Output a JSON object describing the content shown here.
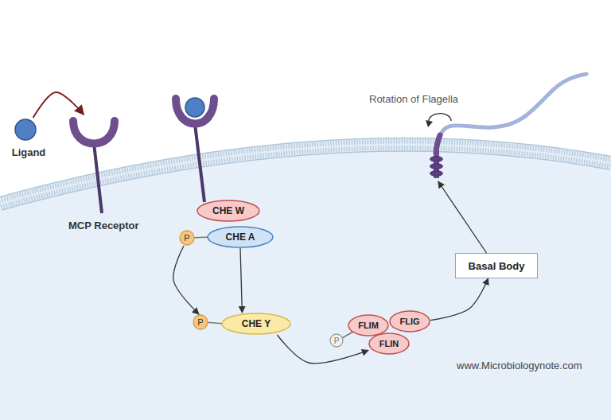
{
  "diagram": {
    "nodes": [
      {
        "text": [
          "Ligand"
        ]
      },
      {
        "text": [
          "MCP Receptor"
        ]
      },
      {
        "text": [
          "CHE W"
        ]
      },
      {
        "text": [
          "P"
        ]
      },
      {
        "text": [
          "CHE A"
        ]
      },
      {
        "text": [
          "P"
        ]
      },
      {
        "text": [
          "CHE Y"
        ]
      },
      {
        "text": [
          "P"
        ]
      },
      {
        "text": [
          "FLIM"
        ]
      },
      {
        "text": [
          "FLIG"
        ]
      },
      {
        "text": [
          "FLIN"
        ]
      },
      {
        "text": [
          "Basal Body"
        ]
      },
      {
        "text": [
          "Rotation of Flagella"
        ]
      }
    ],
    "edges": [
      {
        "from": 0,
        "to": 1,
        "arrow": "to"
      },
      {
        "from": 4,
        "to": 6,
        "arrow": "to"
      },
      {
        "from": 3,
        "to": 5,
        "arrow": "to"
      },
      {
        "from": 6,
        "to": 10,
        "arrow": "to"
      },
      {
        "from": 9,
        "to": 11,
        "arrow": "to"
      },
      {
        "from": 11,
        "to": 12,
        "arrow": "to"
      }
    ],
    "labels": [
      "www.Microbiologynote.com"
    ]
  }
}
